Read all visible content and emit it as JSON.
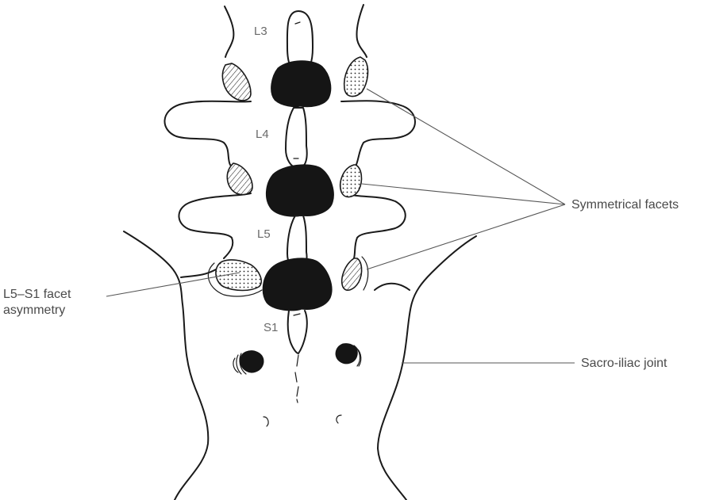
{
  "vertebra_labels": {
    "l3": "L3",
    "l4": "L4",
    "l5": "L5",
    "s1": "S1"
  },
  "annotations": {
    "symmetrical_facets": "Symmetrical facets",
    "asymmetry_line1": "L5–S1 facet",
    "asymmetry_line2": "asymmetry",
    "sacroiliac_joint": "Sacro-iliac joint"
  }
}
